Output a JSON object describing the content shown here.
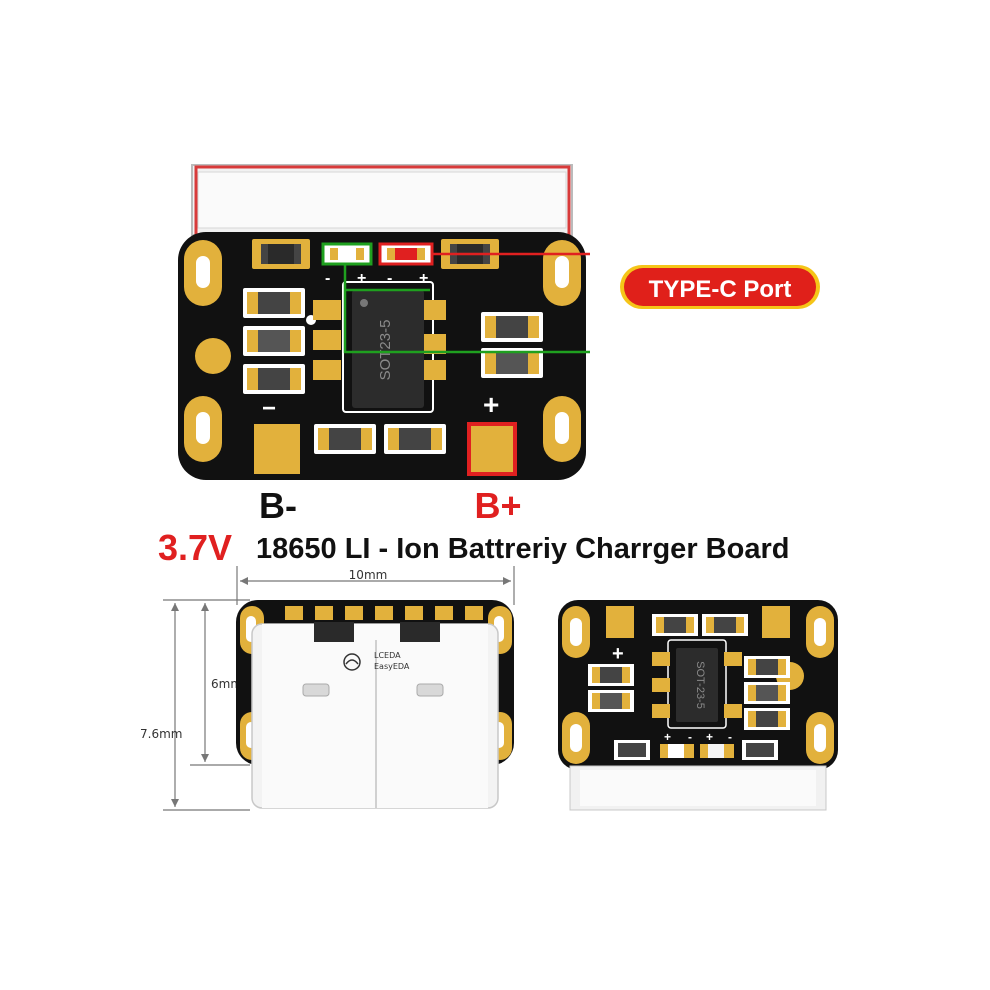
{
  "labels": {
    "type_c_port": "TYPE-C Port",
    "b_minus": "B-",
    "b_plus": "B+",
    "voltage": "3.7V",
    "title": "18650 LI - Ion Battreriy Charrger Board",
    "chip_top": "SOT23-5",
    "chip_bottom": "SOT-23-5",
    "plus": "+",
    "minus": "−",
    "led_minus": "-",
    "dim_width": "10mm",
    "dim_height_inner": "6mm",
    "dim_height_outer": "7.6mm",
    "logo_line1": "LCEDA",
    "logo_line2": "EasyEDA"
  },
  "colors": {
    "board": "#111111",
    "pad": "#e2b13c",
    "highlight_red": "#e02020",
    "trace_green": "#1fa01f",
    "badge_red": "#e0201a",
    "badge_border": "#f5c518",
    "text_black": "#111111"
  }
}
